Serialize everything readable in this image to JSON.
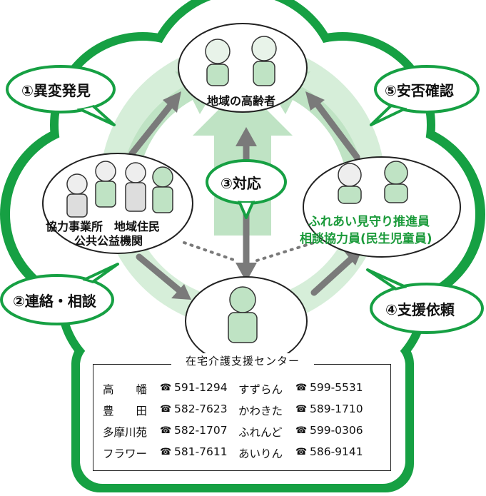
{
  "nodes": {
    "elderly": "地域の高齢者",
    "partners_line1": "協力事業所　地域住民",
    "partners_line2": "公共公益機関",
    "volunteers_line1": "ふれあい見守り推進員",
    "volunteers_line2": "相談協力員(民生児童員)",
    "center": "在宅介護支援センター"
  },
  "steps": {
    "s1": "①異変発見",
    "s2": "②連絡・相談",
    "s3": "③対応",
    "s4": "④支援依頼",
    "s5": "⑤安否確認"
  },
  "phone_icon": "☎",
  "contacts": [
    {
      "name": "高　　幡",
      "tel": "591-1294"
    },
    {
      "name": "すずらん",
      "tel": "599-5531"
    },
    {
      "name": "豊　　田",
      "tel": "582-7623"
    },
    {
      "name": "かわきた",
      "tel": "589-1710"
    },
    {
      "name": "多摩川苑",
      "tel": "582-1707"
    },
    {
      "name": "ふれんど",
      "tel": "599-0306"
    },
    {
      "name": "フラワー",
      "tel": "581-7611"
    },
    {
      "name": "あいりん",
      "tel": "586-9141"
    }
  ],
  "colors": {
    "outer_frame": "#16a043",
    "light_green": "#bfe3c4",
    "arrow_gray": "#7a7a7a",
    "accent_text": "#1a9a3a"
  }
}
